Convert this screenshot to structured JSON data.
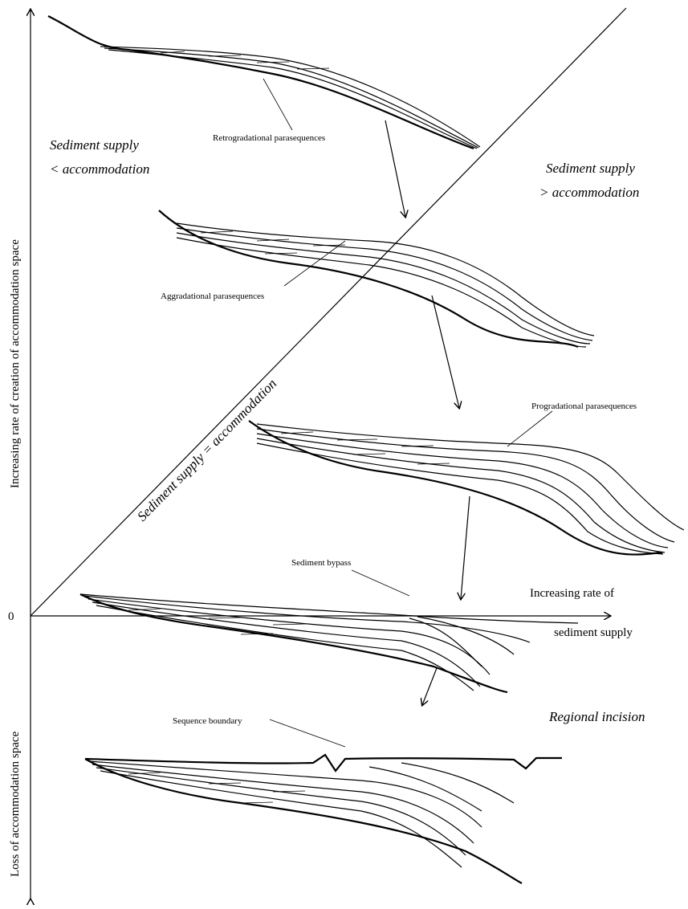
{
  "quadrants": {
    "upper_left": "Sediment supply\n< accommodation",
    "upper_right": "Sediment supply\n> accommodation",
    "diagonal": "Sediment supply = accommodation",
    "lower_right": "Regional incision"
  },
  "axes": {
    "y_positive": "Increasing rate of creation of accommodation space",
    "y_negative": "Loss of accommodation space",
    "x_positive": "Increasing rate of\nsediment supply",
    "origin": "0"
  },
  "annotations": {
    "retro": "Retrogradational parasequences",
    "aggr": "Aggradational parasequences",
    "prog": "Progradational parasequences",
    "bypass": "Sediment bypass",
    "boundary": "Sequence boundary"
  }
}
